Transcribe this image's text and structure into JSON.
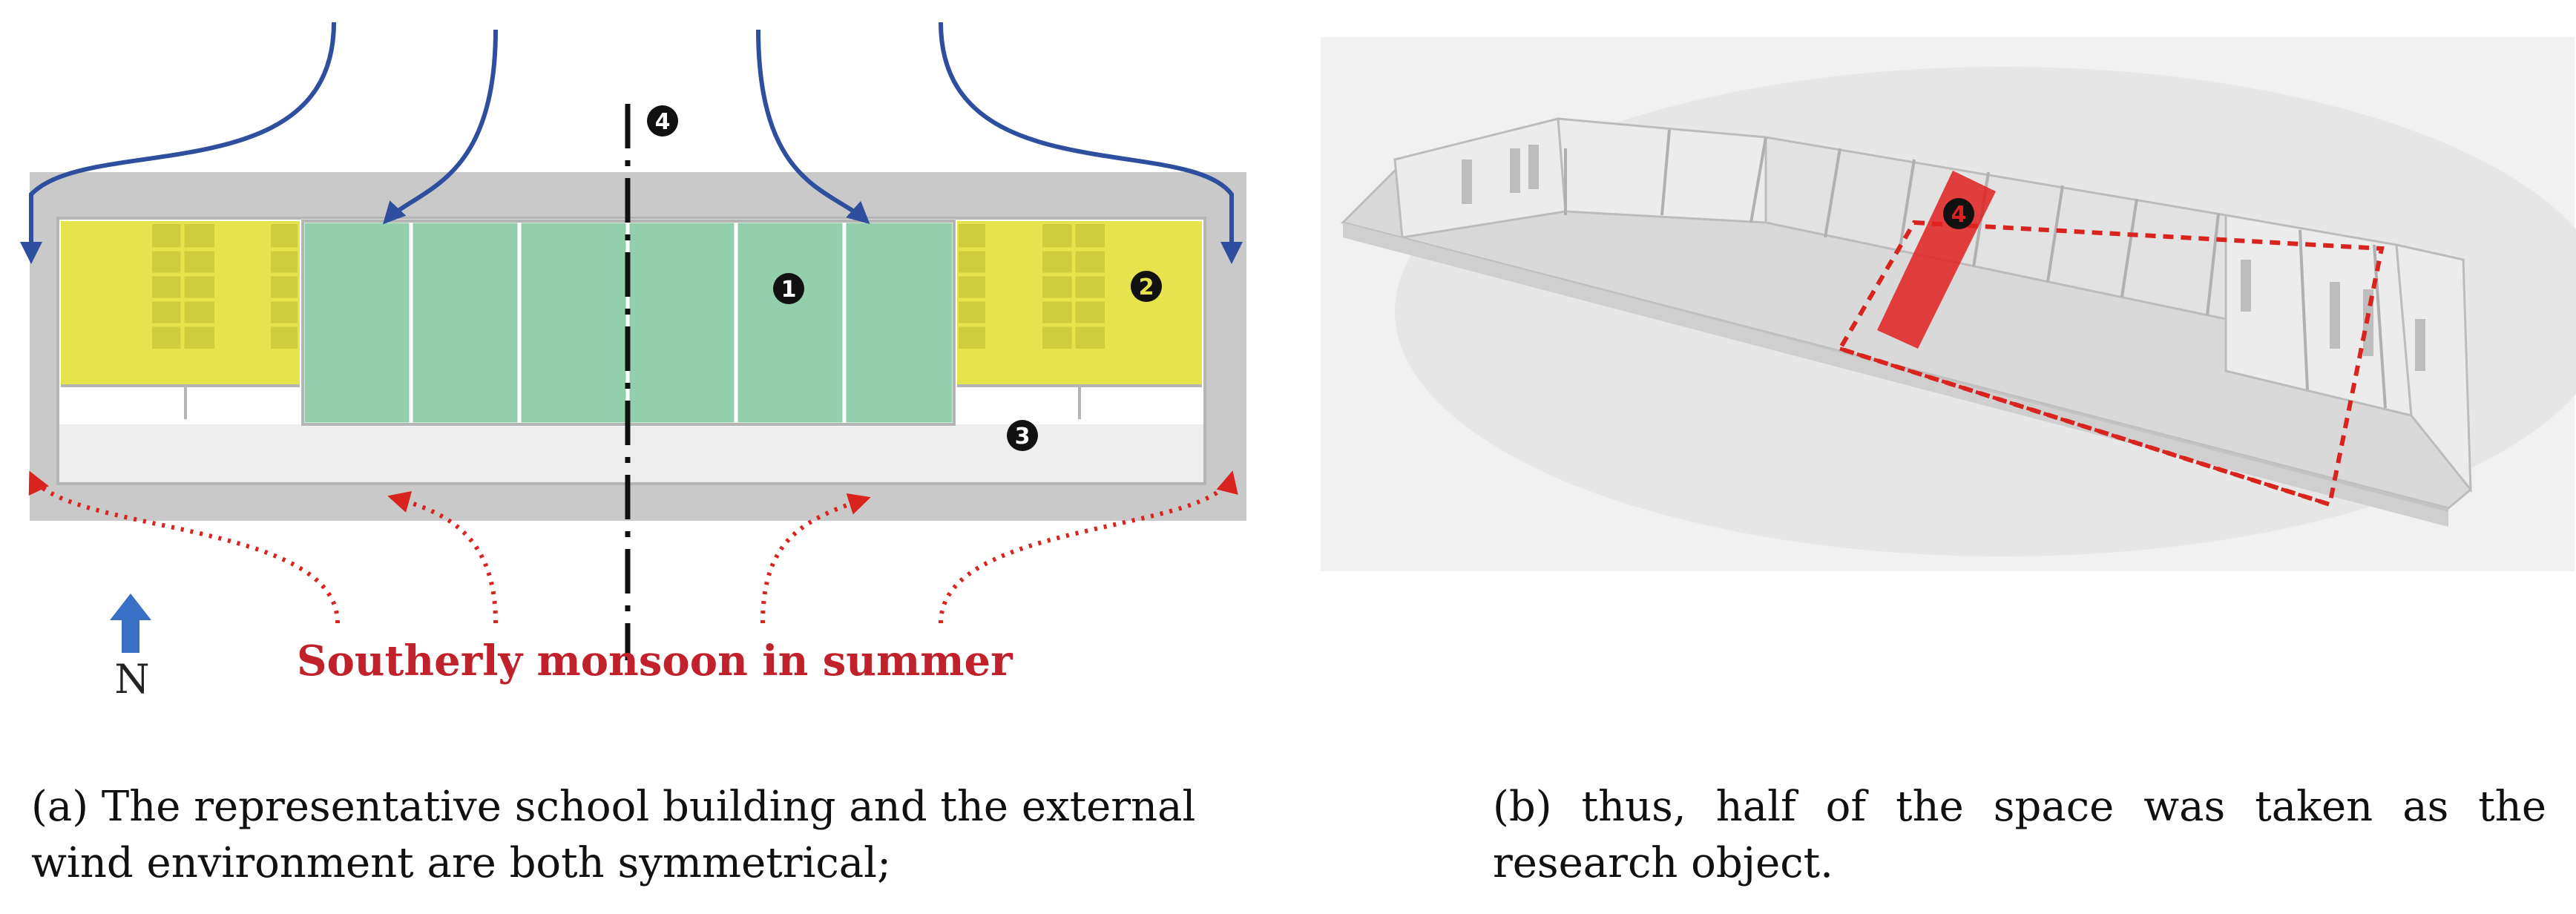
{
  "plan": {
    "marker_1": "1",
    "marker_2": "2",
    "marker_3": "3",
    "marker_4": "4",
    "north_label": "N",
    "wind_label": "Southerly monsoon in summer",
    "colors": {
      "classroom": "#93cfad",
      "toilet": "#e6e34c",
      "winter_wind": "#2e4f9e",
      "summer_wind": "#d8231e",
      "wall_gray": "#cfcfcf"
    }
  },
  "model": {
    "marker_4": "4",
    "colors": {
      "section_plane": "#e02020",
      "outline": "#d8231e"
    }
  },
  "captions": {
    "a": "(a) The representative school building and the external wind environment are both symmetrical;",
    "b": "(b) thus, half of the space was taken as the research object."
  }
}
